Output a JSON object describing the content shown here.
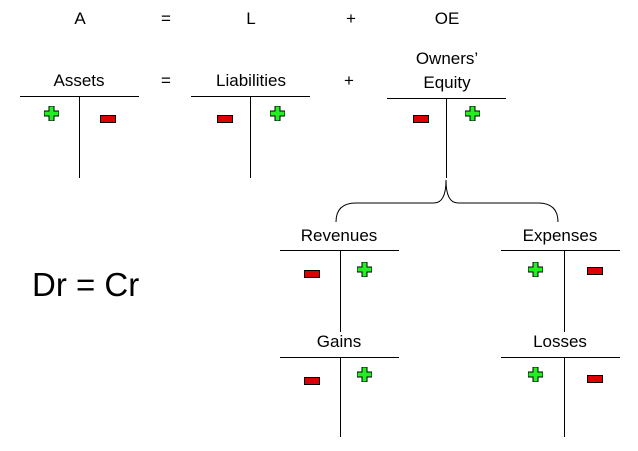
{
  "equation": {
    "a": "A",
    "eq": "=",
    "l": "L",
    "plus": "+",
    "oe": "OE"
  },
  "accounts": {
    "assets": "Assets",
    "equals": "=",
    "liabilities": "Liabilities",
    "plus": "+",
    "owners_equity_line1": "Owners’",
    "owners_equity_line2": "Equity",
    "revenues": "Revenues",
    "expenses": "Expenses",
    "gains": "Gains",
    "losses": "Losses"
  },
  "rule": "Dr = Cr",
  "signs": {
    "assets": [
      "plus-icon",
      "minus-icon"
    ],
    "liabilities": [
      "minus-icon",
      "plus-icon"
    ],
    "owners_equity": [
      "minus-icon",
      "plus-icon"
    ],
    "revenues": [
      "minus-icon",
      "plus-icon"
    ],
    "expenses": [
      "plus-icon",
      "minus-icon"
    ],
    "gains": [
      "minus-icon",
      "plus-icon"
    ],
    "losses": [
      "plus-icon",
      "minus-icon"
    ]
  },
  "colors": {
    "plus": "#22ee22",
    "minus": "#dd0000"
  }
}
